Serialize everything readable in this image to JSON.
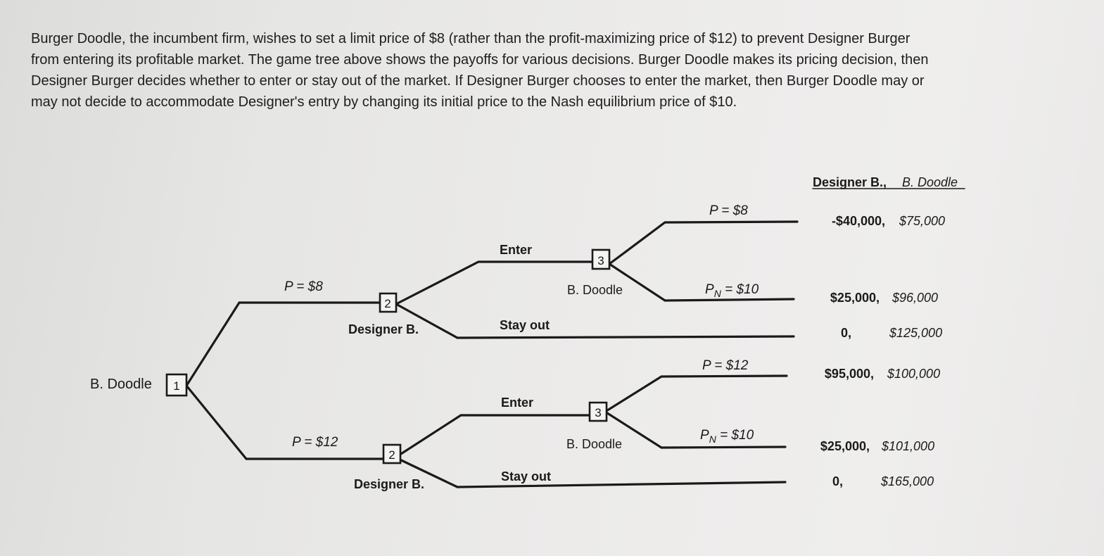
{
  "paragraph": [
    "Burger Doodle, the incumbent firm, wishes to set a limit price of $8 (rather than the profit-maximizing price of $12) to prevent Designer Burger",
    "from entering its profitable market. The game tree above shows the payoffs for various decisions. Burger Doodle makes its pricing decision, then",
    "Designer Burger decides whether to enter or stay out of the market. If Designer Burger chooses to enter the market, then Burger Doodle may or",
    "may not decide to accommodate Designer's entry by changing its initial price to the Nash equilibrium price of $10."
  ],
  "tree": {
    "root": {
      "label": "B. Doodle",
      "number": "1"
    },
    "header": {
      "left": "Designer B.,",
      "right": "B. Doodle"
    },
    "branches": {
      "p8": "P = $8",
      "p12": "P = $12"
    },
    "upper": {
      "designer_node": {
        "number": "2",
        "label": "Designer B."
      },
      "enter": "Enter",
      "stay_out": "Stay out",
      "doodle_node": {
        "number": "3",
        "label": "B. Doodle"
      },
      "top_price": "P = $8",
      "nash_price_main": "P",
      "nash_price_sub": "N",
      "nash_price_rest": " = $10",
      "payoffs": [
        {
          "designer": "-$40,000,",
          "doodle": "$75,000"
        },
        {
          "designer": "$25,000,",
          "doodle": "$96,000"
        },
        {
          "designer": "0,",
          "doodle": "$125,000"
        }
      ]
    },
    "lower": {
      "designer_node": {
        "number": "2",
        "label": "Designer B."
      },
      "enter": "Enter",
      "stay_out": "Stay out",
      "doodle_node": {
        "number": "3",
        "label": "B. Doodle"
      },
      "top_price": "P = $12",
      "nash_price_main": "P",
      "nash_price_sub": "N",
      "nash_price_rest": " = $10",
      "payoffs": [
        {
          "designer": "$95,000,",
          "doodle": "$100,000"
        },
        {
          "designer": "$25,000,",
          "doodle": "$101,000"
        },
        {
          "designer": "0,",
          "doodle": "$165,000"
        }
      ]
    }
  }
}
